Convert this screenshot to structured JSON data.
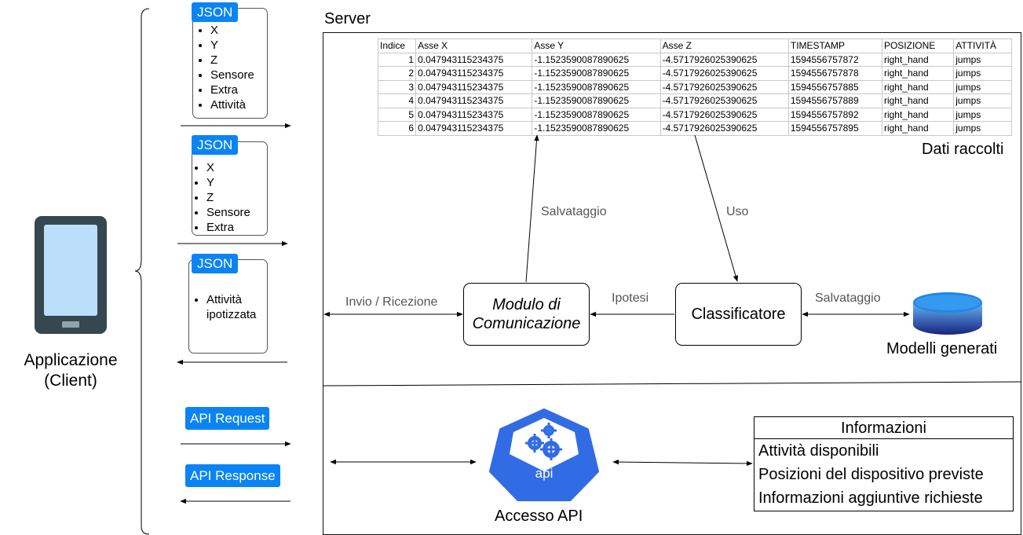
{
  "client": {
    "label": "Applicazione (Client)",
    "messages": [
      {
        "tag": "JSON",
        "items": [
          "X",
          "Y",
          "Z",
          "Sensore",
          "Extra",
          "Attività"
        ]
      },
      {
        "tag": "JSON",
        "items": [
          "X",
          "Y",
          "Z",
          "Sensore",
          "Extra"
        ]
      },
      {
        "tag": "JSON",
        "items": [
          "Attività ipotizzata"
        ]
      }
    ],
    "api_request": "API Request",
    "api_response": "API Response"
  },
  "server": {
    "title": "Server",
    "table": {
      "headers": [
        "Indice",
        "Asse X",
        "Asse Y",
        "Asse Z",
        "TIMESTAMP",
        "POSIZIONE",
        "ATTIVITÀ"
      ],
      "rows": [
        [
          "1",
          "0.047943115234375",
          "-1.1523590087890625",
          "-4.5717926025390625",
          "1594556757872",
          "right_hand",
          "jumps"
        ],
        [
          "2",
          "0.047943115234375",
          "-1.1523590087890625",
          "-4.5717926025390625",
          "1594556757878",
          "right_hand",
          "jumps"
        ],
        [
          "3",
          "0.047943115234375",
          "-1.1523590087890625",
          "-4.5717926025390625",
          "1594556757885",
          "right_hand",
          "jumps"
        ],
        [
          "4",
          "0.047943115234375",
          "-1.1523590087890625",
          "-4.5717926025390625",
          "1594556757889",
          "right_hand",
          "jumps"
        ],
        [
          "5",
          "0.047943115234375",
          "-1.1523590087890625",
          "-4.5717926025390625",
          "1594556757892",
          "right_hand",
          "jumps"
        ],
        [
          "6",
          "0.047943115234375",
          "-1.1523590087890625",
          "-4.5717926025390625",
          "1594556757895",
          "right_hand",
          "jumps"
        ]
      ]
    },
    "data_label": "Dati raccolti",
    "edge_saving": "Salvataggio",
    "edge_use": "Uso",
    "edge_send_receive": "Invio / Ricezione",
    "edge_hypothesis": "Ipotesi",
    "edge_saving_models": "Salvataggio",
    "comm_module": "Modulo di Comunicazione",
    "classifier": "Classificatore",
    "models_label": "Modelli generati",
    "api_icon_text": "api",
    "api_access": "Accesso API",
    "info": {
      "title": "Informazioni",
      "rows": [
        "Attività disponibili",
        "Posizioni del dispositivo previste",
        "Informazioni aggiuntive richieste"
      ]
    }
  },
  "colors": {
    "tag_blue": "#0a84f5",
    "k8s_blue": "#326ce5",
    "db_blue": "#1e88e5"
  }
}
